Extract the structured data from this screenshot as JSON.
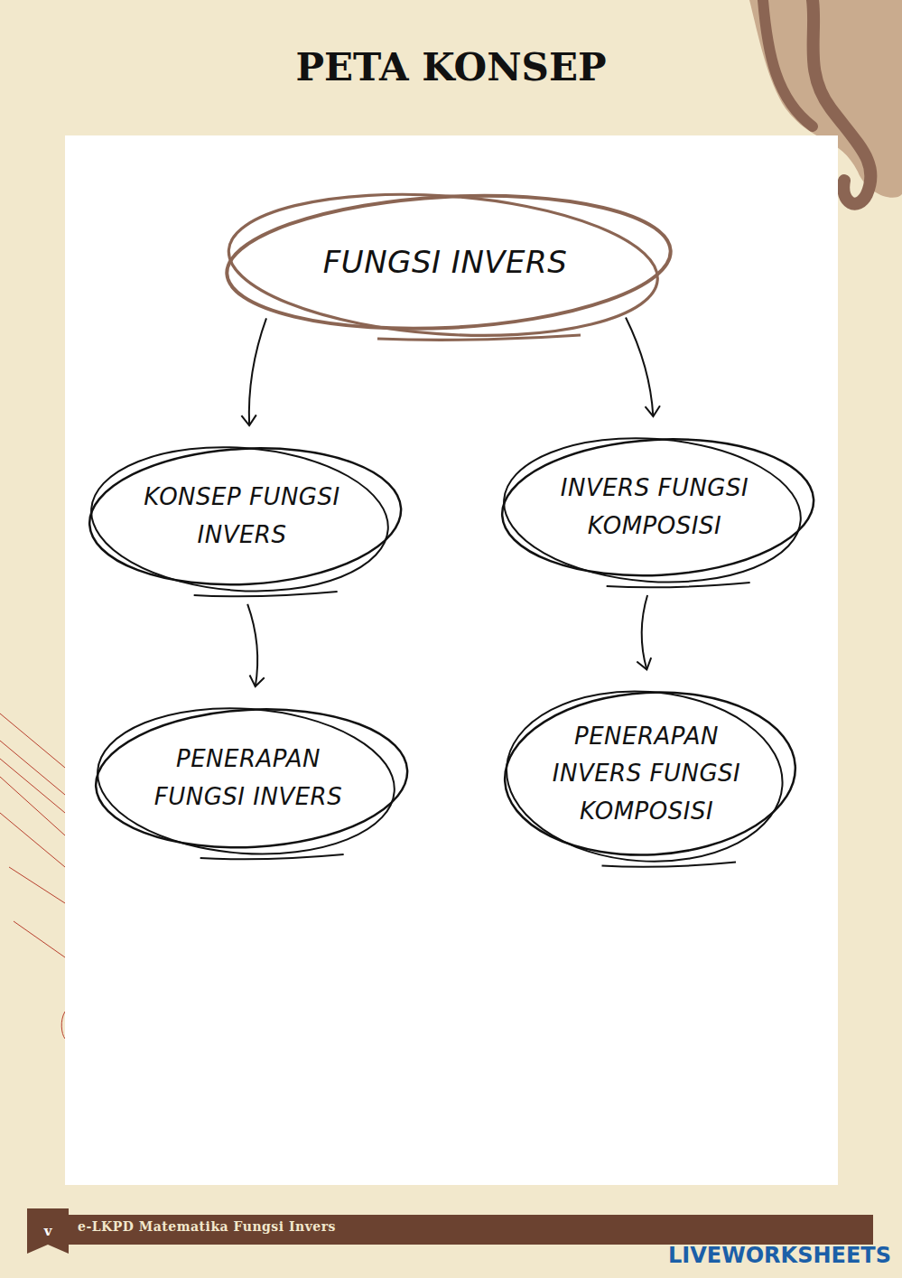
{
  "diagram": {
    "title": "PETA KONSEP",
    "nodes": [
      {
        "text": [
          "FUNGSI INVERS"
        ]
      },
      {
        "text": [
          "KONSEP FUNGSI INVERS"
        ]
      },
      {
        "text": [
          "INVERS FUNGSI KOMPOSISI"
        ]
      },
      {
        "text": [
          "PENERAPAN FUNGSI INVERS"
        ]
      },
      {
        "text": [
          "PENERAPAN INVERS FUNGSI KOMPOSISI"
        ]
      }
    ],
    "edges": [
      {
        "from": 0,
        "to": 1,
        "arrow": "to"
      },
      {
        "from": 0,
        "to": 2,
        "arrow": "to"
      },
      {
        "from": 1,
        "to": 3,
        "arrow": "to"
      },
      {
        "from": 2,
        "to": 4,
        "arrow": "to"
      }
    ],
    "labels": [
      "v",
      "e-LKPD Matematika Fungsi Invers",
      "LIVEWORKSHEETS"
    ]
  }
}
